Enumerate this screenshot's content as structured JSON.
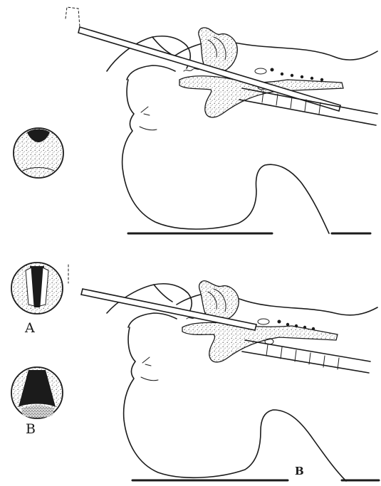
{
  "figure": {
    "labels": {
      "a": "A",
      "b": "B",
      "corner": "B"
    },
    "colors": {
      "ink": "#1b1b1b",
      "paper": "#ffffff",
      "stipple": "#7a7a7a"
    }
  }
}
